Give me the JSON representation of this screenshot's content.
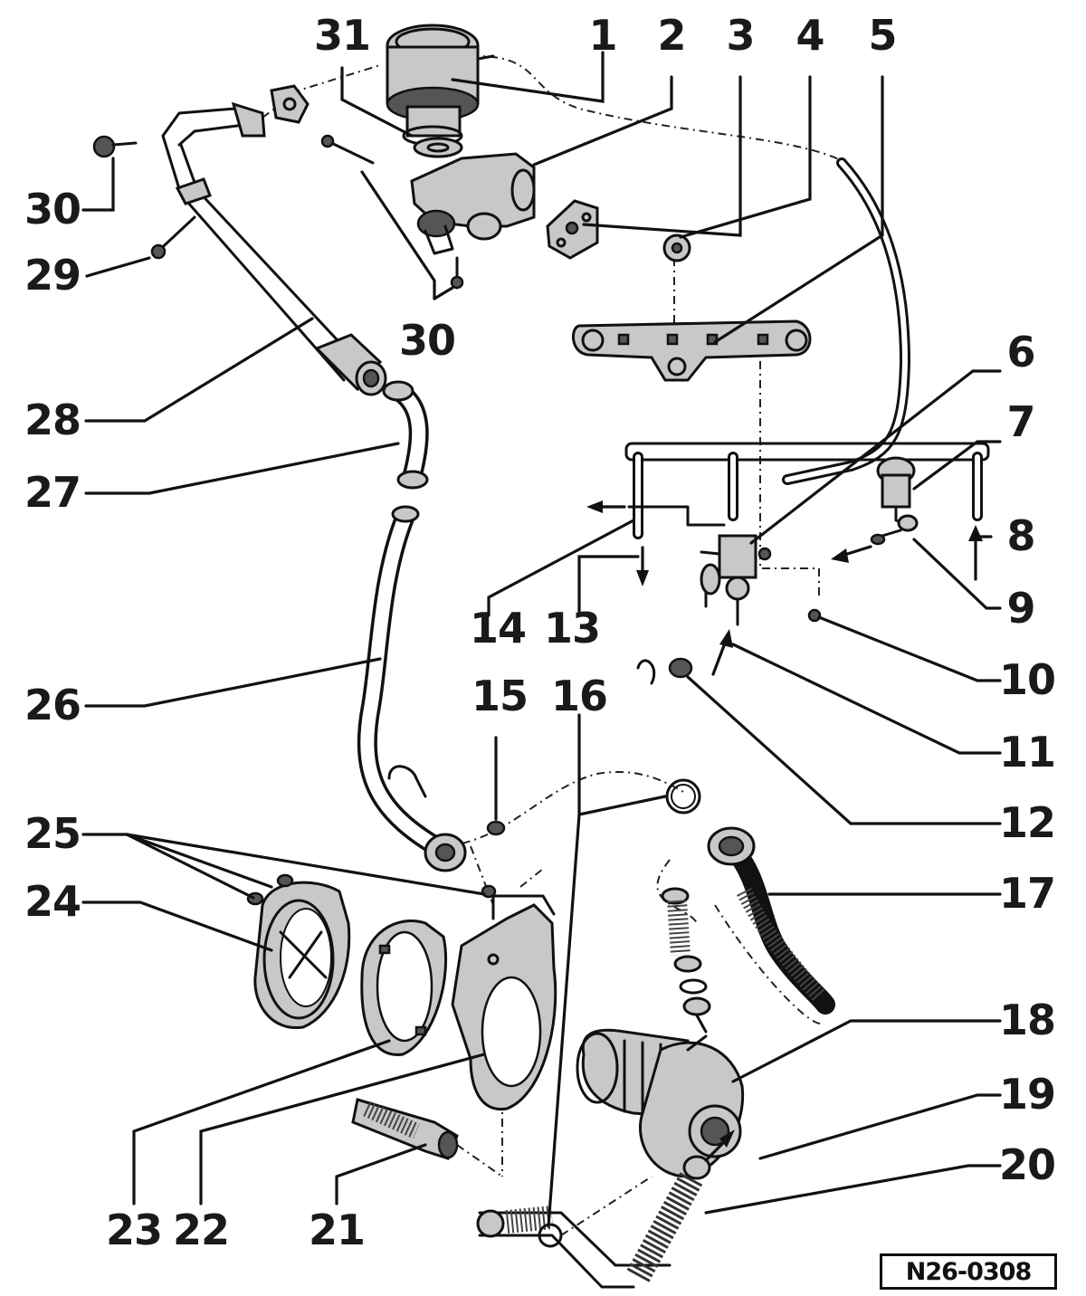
{
  "diagram": {
    "reference_code": "N26-0308",
    "callouts": [
      {
        "id": "c1",
        "text": "1"
      },
      {
        "id": "c2",
        "text": "2"
      },
      {
        "id": "c3",
        "text": "3"
      },
      {
        "id": "c4",
        "text": "4"
      },
      {
        "id": "c5",
        "text": "5"
      },
      {
        "id": "c6",
        "text": "6"
      },
      {
        "id": "c7",
        "text": "7"
      },
      {
        "id": "c8",
        "text": "8"
      },
      {
        "id": "c9",
        "text": "9"
      },
      {
        "id": "c10",
        "text": "10"
      },
      {
        "id": "c11",
        "text": "11"
      },
      {
        "id": "c12",
        "text": "12"
      },
      {
        "id": "c13",
        "text": "13"
      },
      {
        "id": "c14",
        "text": "14"
      },
      {
        "id": "c15",
        "text": "15"
      },
      {
        "id": "c16",
        "text": "16"
      },
      {
        "id": "c17",
        "text": "17"
      },
      {
        "id": "c18",
        "text": "18"
      },
      {
        "id": "c19",
        "text": "19"
      },
      {
        "id": "c20",
        "text": "20"
      },
      {
        "id": "c21",
        "text": "21"
      },
      {
        "id": "c22",
        "text": "22"
      },
      {
        "id": "c23",
        "text": "23"
      },
      {
        "id": "c24",
        "text": "24"
      },
      {
        "id": "c25",
        "text": "25"
      },
      {
        "id": "c26",
        "text": "26"
      },
      {
        "id": "c27",
        "text": "27"
      },
      {
        "id": "c28",
        "text": "28"
      },
      {
        "id": "c29",
        "text": "29"
      },
      {
        "id": "c30a",
        "text": "30"
      },
      {
        "id": "c30b",
        "text": "30"
      },
      {
        "id": "c31",
        "text": "31"
      }
    ]
  }
}
